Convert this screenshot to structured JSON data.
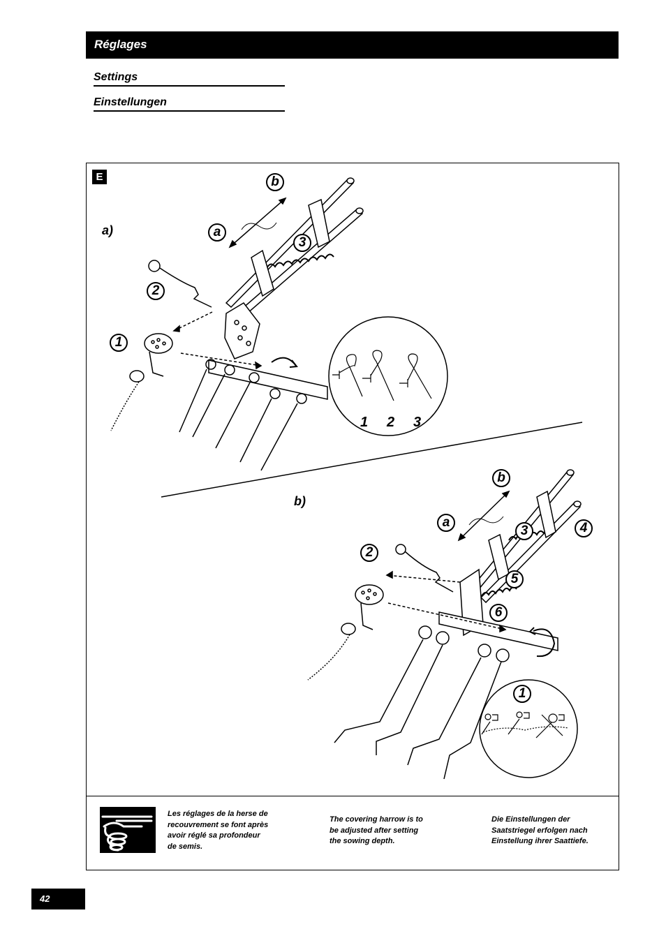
{
  "header": {
    "title": "Réglages"
  },
  "subtitles": [
    "Settings",
    "Einstellungen"
  ],
  "figure": {
    "letter": "E",
    "section_a": "a)",
    "section_b": "b)",
    "callouts_a": {
      "b": "b",
      "a": "a",
      "three": "3",
      "two": "2",
      "one": "1"
    },
    "detail_a_digits": [
      "1",
      "2",
      "3"
    ],
    "callouts_b": {
      "b": "b",
      "a": "a",
      "three": "3",
      "four": "4",
      "two": "2",
      "five": "5",
      "six": "6",
      "one": "1"
    }
  },
  "notes": {
    "fr": [
      "Les réglages de la herse de",
      "recouvrement se font après",
      "avoir réglé sa profondeur",
      "de semis."
    ],
    "en": [
      "The covering harrow is to",
      "be adjusted after setting",
      "the sowing depth."
    ],
    "de": [
      "Die Einstellungen der",
      "Saatstriegel erfolgen nach",
      "Einstellung ihrer Saattiefe."
    ]
  },
  "note_icon": "pointing-hand-icon",
  "page_number": "42"
}
